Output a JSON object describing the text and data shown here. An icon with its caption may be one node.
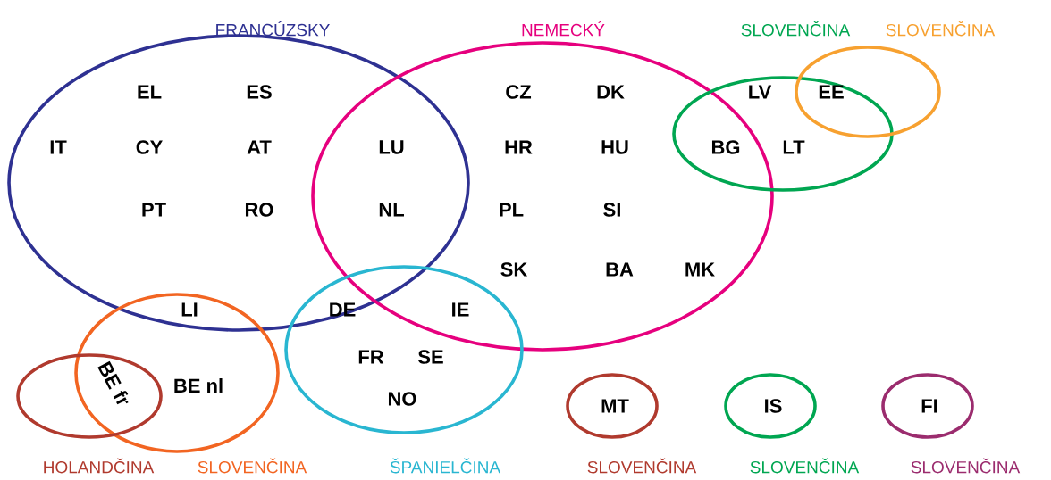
{
  "diagram": {
    "nodes": [
      {
        "text": [
          "FRANCÚZSKY"
        ]
      },
      {
        "text": [
          "NEMECKÝ"
        ]
      },
      {
        "text": [
          "SLOVENČINA"
        ]
      },
      {
        "text": [
          "SLOVENČINA"
        ]
      },
      {
        "text": [
          "SLOVENČINA"
        ]
      },
      {
        "text": [
          "ŠPANIELČINA"
        ]
      },
      {
        "text": [
          "HOLANDČINA"
        ]
      },
      {
        "text": [
          "SLOVENČINA"
        ]
      },
      {
        "text": [
          "SLOVENČINA"
        ]
      },
      {
        "text": [
          "SLOVENČINA"
        ]
      }
    ],
    "labels": [
      "EL",
      "ES",
      "CZ",
      "DK",
      "LV",
      "EE",
      "IT",
      "CY",
      "AT",
      "LU",
      "HR",
      "HU",
      "BG",
      "LT",
      "PT",
      "RO",
      "NL",
      "PL",
      "SI",
      "SK",
      "BA",
      "MK",
      "LI",
      "DE",
      "IE",
      "FR",
      "SE",
      "BE fr",
      "BE nl",
      "NO",
      "MT",
      "IS",
      "FI"
    ]
  }
}
